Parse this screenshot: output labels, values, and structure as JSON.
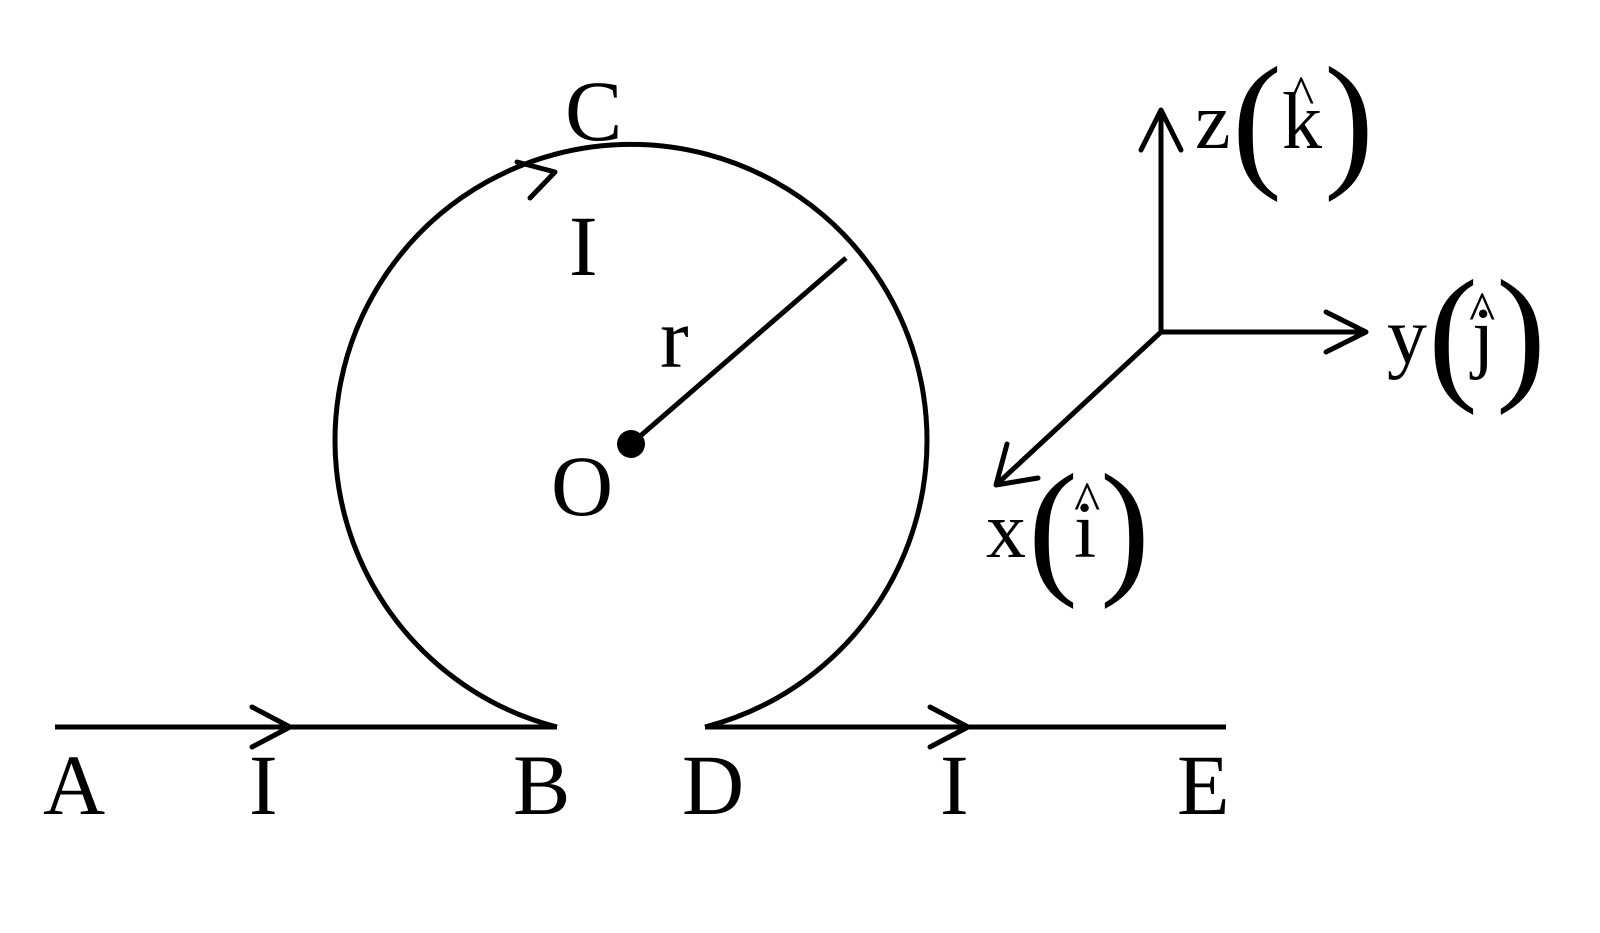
{
  "points": {
    "a": "A",
    "b": "B",
    "c": "C",
    "d": "D",
    "e": "E",
    "o": "O"
  },
  "current_symbol": "I",
  "radius_symbol": "r",
  "axes": {
    "x": {
      "letter": "x",
      "unit": "i",
      "hat": "^"
    },
    "y": {
      "letter": "y",
      "unit": "j",
      "hat": "^"
    },
    "z": {
      "letter": "z",
      "unit": "k",
      "hat": "^"
    },
    "paren_open": "(",
    "paren_close": ")"
  }
}
